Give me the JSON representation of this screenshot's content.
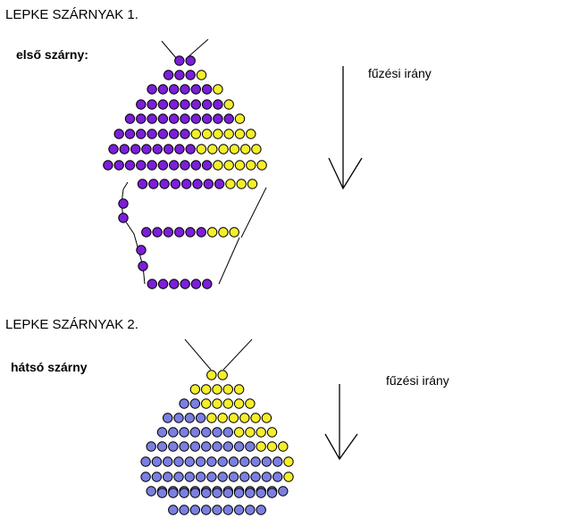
{
  "wing1": {
    "title": "LEPKE SZÁRNYAK 1.",
    "label": "első szárny:",
    "direction_label": "fűzési irány",
    "colors": {
      "main": "#7B1FD8",
      "accent": "#F5EE2A",
      "outline": "#000000"
    },
    "rows": [
      "PP",
      "PPPY",
      "PPPPPPY",
      "PPPPPPPPY",
      "PPPPPPPPPPY",
      "PPPPPPPYYYYYY",
      "PPPPPPPPYYYYYY",
      "PPPPPPPPPPYYYYY",
      "PPPPPPPPYYY",
      "PPPPPPYYY",
      "PPPPPP"
    ]
  },
  "wing2": {
    "title": "LEPKE SZÁRNYAK 2.",
    "label": "hátsó szárny",
    "direction_label": "fűzési irány",
    "colors": {
      "main": "#7B7FE0",
      "accent": "#F5EE2A",
      "outline": "#000000"
    },
    "rows": [
      "YY",
      "YYYYY",
      "BBYYYYY",
      "BBBBYYYYYY",
      "BBBBBBBYYYY",
      "BBBBBBBBBBYYY",
      "BBBBBBBBBBBBBY",
      "BBBBBBBBBBBBBY",
      "BBBBBBBBBBBBB",
      "BBBBBBBBBBB",
      "BBBBBBBBB"
    ]
  }
}
